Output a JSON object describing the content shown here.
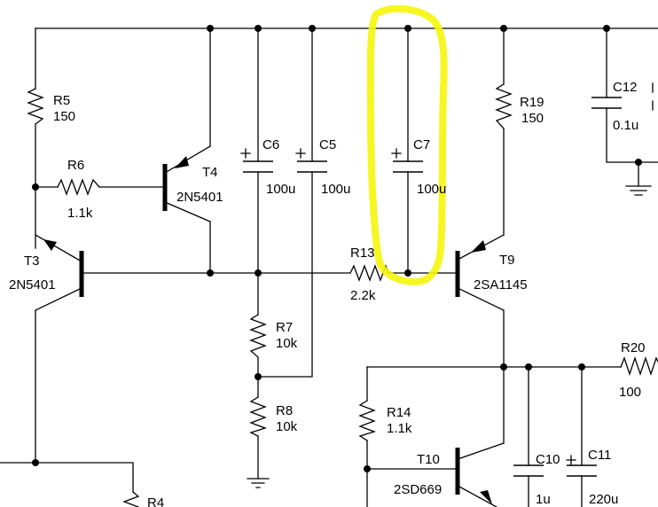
{
  "components": {
    "R5": {
      "ref": "R5",
      "value": "150"
    },
    "R6": {
      "ref": "R6",
      "value": "1.1k"
    },
    "T4": {
      "ref": "T4",
      "value": "2N5401"
    },
    "T3": {
      "ref": "T3",
      "value": "2N5401"
    },
    "C6": {
      "ref": "C6",
      "value": "100u",
      "polarity": "+"
    },
    "C5": {
      "ref": "C5",
      "value": "100u",
      "polarity": "+"
    },
    "C7": {
      "ref": "C7",
      "value": "100u",
      "polarity": "+"
    },
    "R13": {
      "ref": "R13",
      "value": "2.2k"
    },
    "R7": {
      "ref": "R7",
      "value": "10k"
    },
    "R8": {
      "ref": "R8",
      "value": "10k"
    },
    "R19": {
      "ref": "R19",
      "value": "150"
    },
    "T9": {
      "ref": "T9",
      "value": "2SA1145"
    },
    "C12": {
      "ref": "C12",
      "value": "0.1u"
    },
    "R20": {
      "ref": "R20",
      "value": "100"
    },
    "R14": {
      "ref": "R14",
      "value": "1.1k"
    },
    "T10": {
      "ref": "T10",
      "value": "2SD669"
    },
    "C10": {
      "ref": "C10",
      "value": "1u"
    },
    "C11": {
      "ref": "C11",
      "value": "220u",
      "polarity": "+"
    },
    "R4": {
      "ref": "R4"
    }
  },
  "highlight_color": "#f5f50a",
  "ink_color": "#000000"
}
